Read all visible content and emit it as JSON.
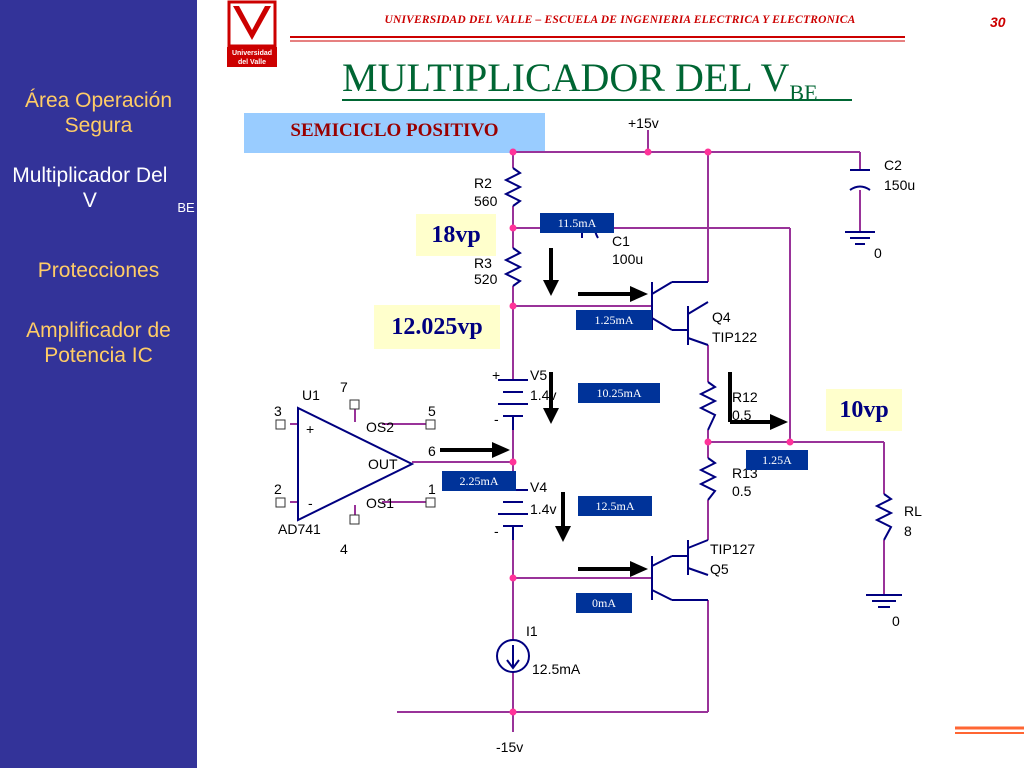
{
  "header": {
    "institution": "UNIVERSIDAD DEL VALLE – ESCUELA DE INGENIERIA ELECTRICA Y ELECTRONICA",
    "page_number": "30",
    "logo_line1": "Universidad",
    "logo_line2": "del Valle"
  },
  "title": {
    "main": "MULTIPLICADOR DEL V",
    "sub": "BE"
  },
  "sidebar": {
    "items": [
      {
        "label": "Área Operación Segura",
        "active": false
      },
      {
        "label_main": "Multiplicador Del V",
        "label_sub": "BE",
        "active": true
      },
      {
        "label": "Protecciones",
        "active": false
      },
      {
        "label": "Amplificador de Potencia IC",
        "active": false
      }
    ]
  },
  "phase_label": "SEMICICLO POSITIVO",
  "voltages": {
    "v_18": "18vp",
    "v_12": "12.025vp",
    "v_10": "10vp"
  },
  "currents": {
    "i_r2": "11.5mA",
    "i_q4": "1.25mA",
    "i_v5": "10.25mA",
    "i_load": "1.25A",
    "i_opamp": "2.25mA",
    "i_v4": "12.5mA",
    "i_q5": "0mA"
  },
  "schematic": {
    "vpos": "+15v",
    "vneg": "-15v",
    "c2_name": "C2",
    "c2_value": "150u",
    "gnd": "0",
    "r2_name": "R2",
    "r2_value": "560",
    "r3_name": "R3",
    "r3_value": "520",
    "c1_name": "C1",
    "c1_value": "100u",
    "q4_name": "Q4",
    "q4_part": "TIP122",
    "r12_name": "R12",
    "r12_value": "0.5",
    "r13_name": "R13",
    "r13_value": "0.5",
    "q5_part": "TIP127",
    "q5_name": "Q5",
    "v5_name": "V5",
    "v5_value": "1.4v",
    "v4_name": "V4",
    "v4_value": "1.4v",
    "u1_name": "U1",
    "u1_part": "AD741",
    "pin7": "7",
    "pin3": "3",
    "pin2": "2",
    "pin4": "4",
    "pin5": "5",
    "pin6": "6",
    "pin1": "1",
    "os2": "OS2",
    "os1": "OS1",
    "out": "OUT",
    "plus": "+",
    "minus": "-",
    "rl_name": "RL",
    "rl_value": "8",
    "i1_name": "I1",
    "i1_value": "12.5mA"
  },
  "colors": {
    "sidebar_bg": "#333399",
    "sidebar_text": "#ffcc66",
    "title": "#006633",
    "header_red": "#cc0000",
    "wire": "#993399",
    "node_dot": "#ff3399",
    "current_box": "#003399",
    "voltage_box": "#ffffcc"
  }
}
